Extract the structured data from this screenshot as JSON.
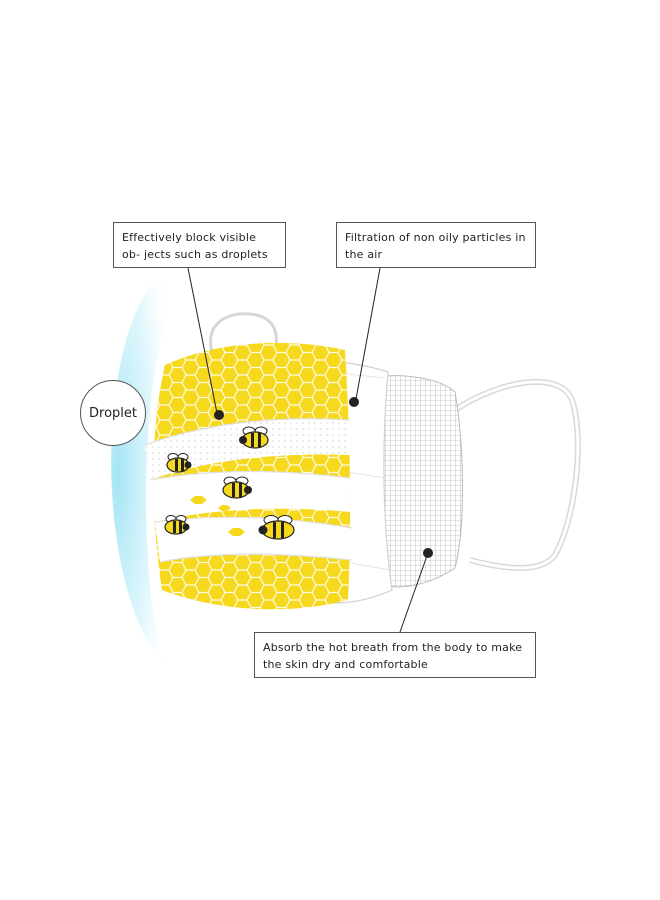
{
  "callouts": {
    "outer_layer": "Effectively block visible ob- jects such as droplets",
    "middle_layer": "Filtration of non oily particles in the air",
    "inner_layer": "Absorb the hot breath from the body to make the skin dry and comfortable"
  },
  "droplet_label": "Droplet",
  "colors": {
    "honeycomb_yellow": "#f6d81d",
    "bee_black": "#222222",
    "mask_white": "#ffffff",
    "droplet_glow": "#9fe3f3",
    "callout_border": "#555555"
  }
}
